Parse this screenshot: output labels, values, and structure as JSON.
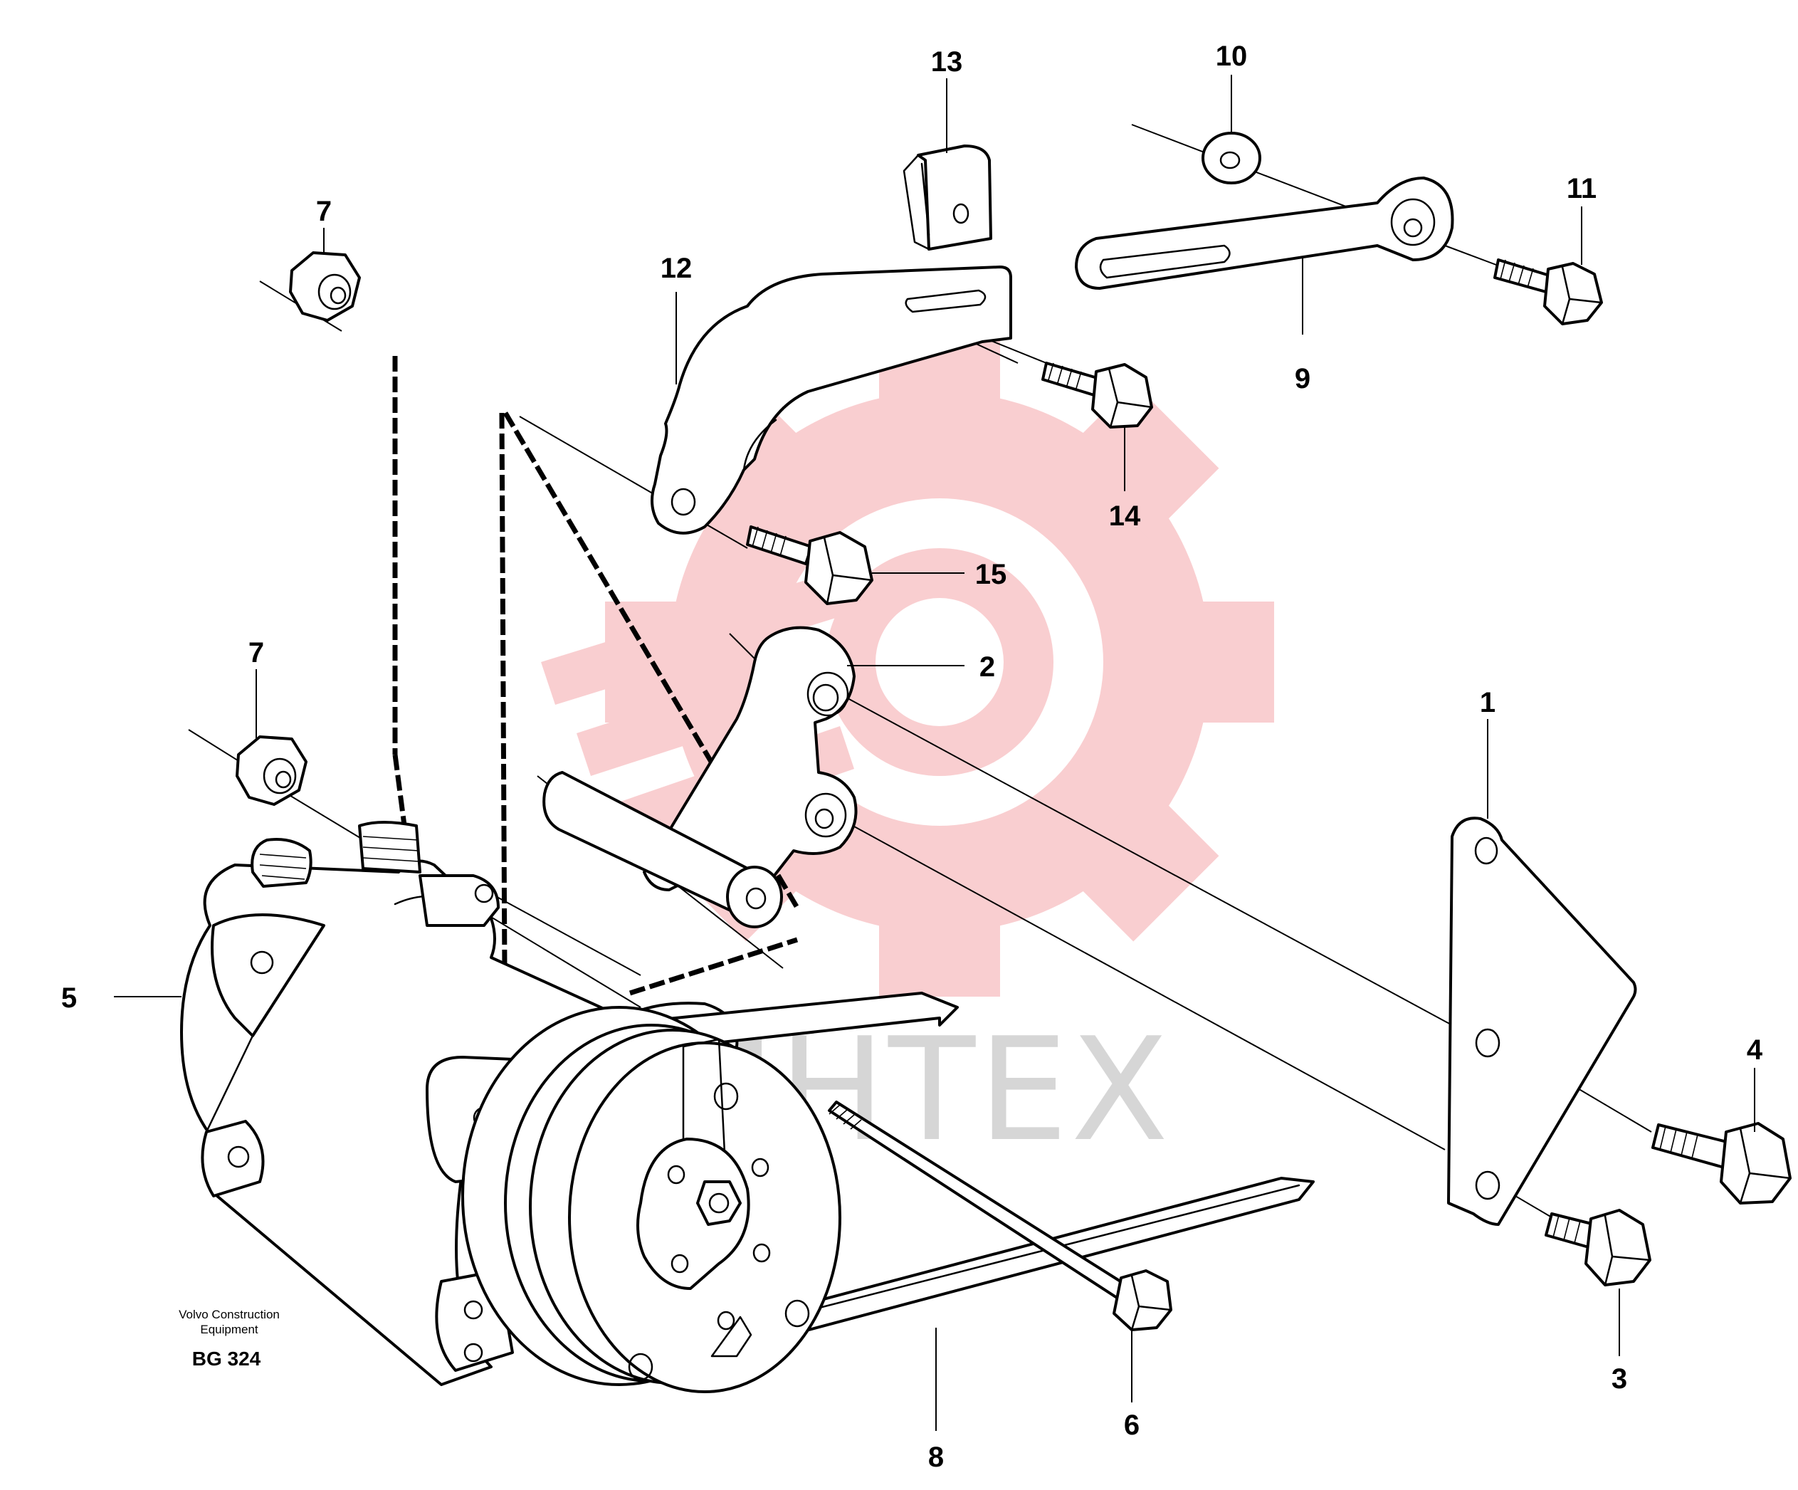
{
  "diagram": {
    "callouts": [
      {
        "id": "13",
        "label": "13"
      },
      {
        "id": "10",
        "label": "10"
      },
      {
        "id": "11",
        "label": "11"
      },
      {
        "id": "9",
        "label": "9"
      },
      {
        "id": "12",
        "label": "12"
      },
      {
        "id": "14",
        "label": "14"
      },
      {
        "id": "15",
        "label": "15"
      },
      {
        "id": "7a",
        "label": "7"
      },
      {
        "id": "7b",
        "label": "7"
      },
      {
        "id": "2",
        "label": "2"
      },
      {
        "id": "1",
        "label": "1"
      },
      {
        "id": "5",
        "label": "5"
      },
      {
        "id": "4",
        "label": "4"
      },
      {
        "id": "3",
        "label": "3"
      },
      {
        "id": "6",
        "label": "6"
      },
      {
        "id": "8",
        "label": "8"
      }
    ],
    "caption": {
      "line1": "Volvo Construction",
      "line2": "Equipment",
      "code": "BG 324"
    },
    "watermark": {
      "text": "ИНТЕХ",
      "logo": "gear-logo-icon",
      "color": "#e5262d"
    }
  }
}
